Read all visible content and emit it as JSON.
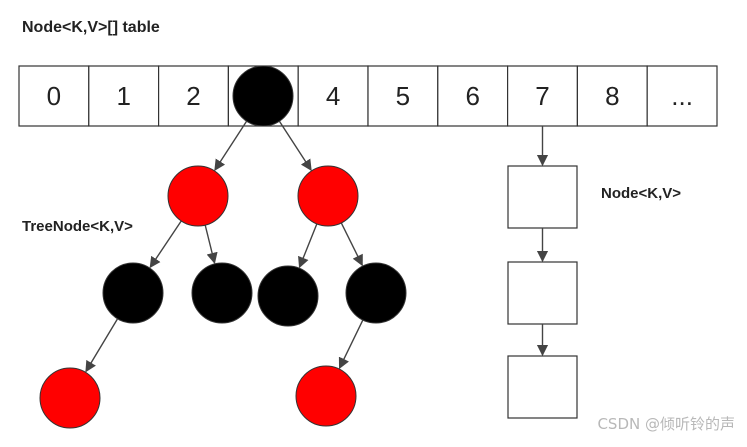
{
  "title": "Node<K,V>[] table",
  "tree_label": "TreeNode<K,V>",
  "list_label": "Node<K,V>",
  "watermark": "CSDN @倾听铃的声",
  "slots": [
    "0",
    "1",
    "2",
    "",
    "4",
    "5",
    "6",
    "7",
    "8",
    "..."
  ],
  "colors": {
    "red": "#ff0000",
    "black": "#000000",
    "line": "#444444"
  },
  "tree": {
    "root": {
      "color": "black",
      "slot": 3
    },
    "nodes": [
      {
        "id": "r",
        "color": "black"
      },
      {
        "id": "a",
        "color": "red",
        "parent": "r"
      },
      {
        "id": "b",
        "color": "red",
        "parent": "r"
      },
      {
        "id": "a1",
        "color": "black",
        "parent": "a"
      },
      {
        "id": "a2",
        "color": "black",
        "parent": "a"
      },
      {
        "id": "b1",
        "color": "black",
        "parent": "b"
      },
      {
        "id": "b2",
        "color": "black",
        "parent": "b"
      },
      {
        "id": "a1l",
        "color": "red",
        "parent": "a1"
      },
      {
        "id": "b2l",
        "color": "red",
        "parent": "b2"
      }
    ]
  },
  "list": {
    "slot": 7,
    "count": 3
  }
}
